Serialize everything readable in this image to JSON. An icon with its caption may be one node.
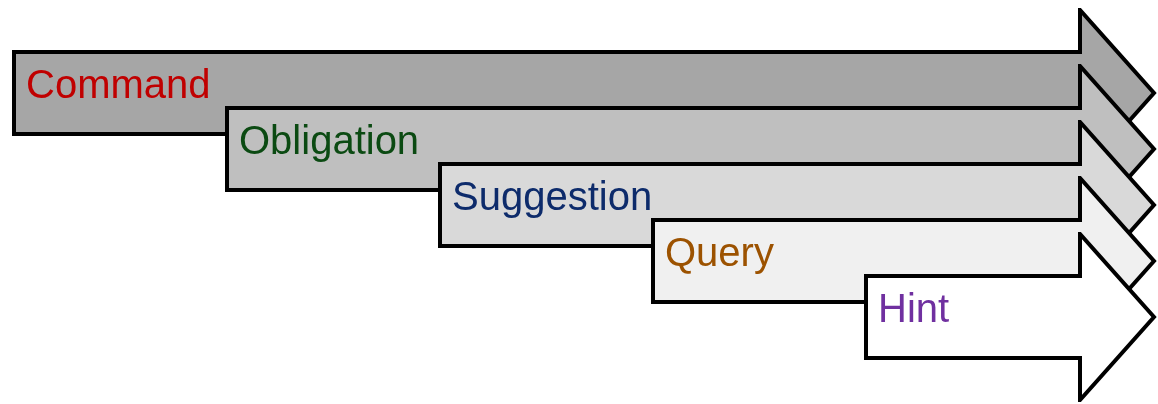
{
  "diagram": {
    "nodes": [
      {
        "text": [
          "Command"
        ]
      },
      {
        "text": [
          "Obligation"
        ]
      },
      {
        "text": [
          "Suggestion"
        ]
      },
      {
        "text": [
          "Query"
        ]
      },
      {
        "text": [
          "Hint"
        ]
      }
    ]
  }
}
